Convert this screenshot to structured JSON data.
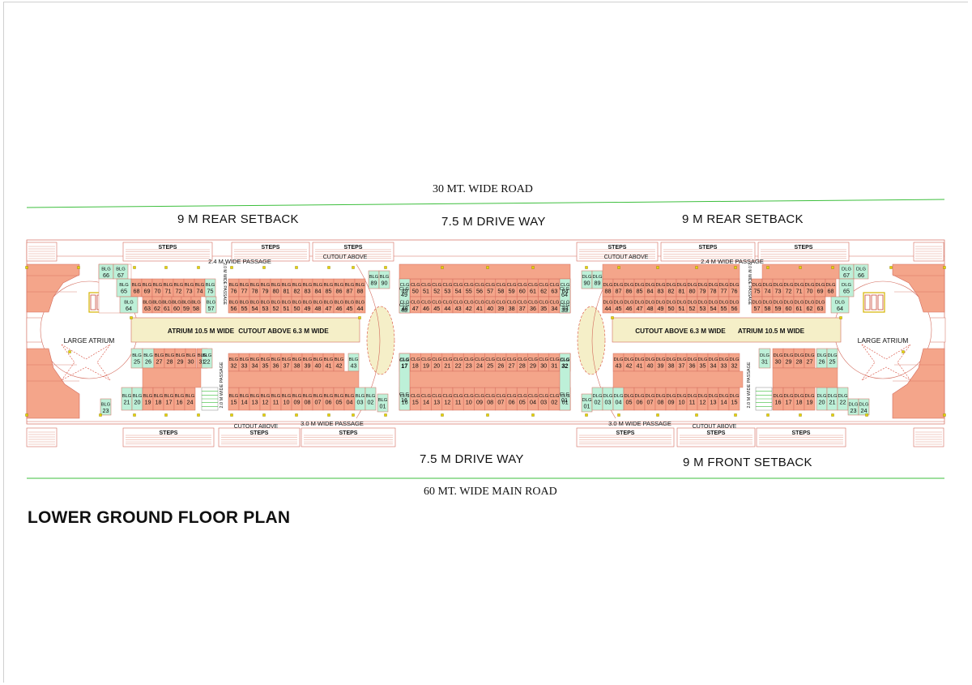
{
  "labels": {
    "top_road": "30 MT. WIDE  ROAD",
    "rear_setback_left": "9 M REAR SETBACK",
    "drive_way_top": "7.5 M DRIVE WAY",
    "rear_setback_right": "9 M REAR  SETBACK",
    "drive_way_bottom": "7.5 M DRIVE WAY",
    "front_setback": "9 M FRONT SETBACK",
    "bottom_road": "60 MT. WIDE MAIN ROAD",
    "plan_title": "LOWER GROUND FLOOR PLAN",
    "steps": "STEPS",
    "cutout_above": "CUTOUT ABOVE",
    "passage_24": "2.4 M WIDE PASSAGE",
    "passage_30": "3.0 M WIDE PASSAGE",
    "passage_20": "2.0 M WIDE PASSAGE",
    "large_atrium": "LARGE ATRIUM",
    "atrium_105": "ATRIUM 10.5 M WIDE",
    "cutout_63": "CUTOUT ABOVE 6.3 M WIDE"
  },
  "colors": {
    "shop": "#f4a58a",
    "anchor": "#bdf0d8",
    "atrium": "#f5efc8",
    "road_line": "#3dbf3d",
    "marker": "#e8d400",
    "outline": "#d36b5c"
  },
  "units": {
    "blg_top_left": [
      "BLG 66",
      "BLG 67",
      "BLG 65",
      "BLG 68",
      "BLG 69",
      "BLG 70",
      "BLG 71",
      "BLG 72",
      "BLG 73",
      "BLG 74",
      "BLG 75",
      "BLG 64",
      "BLG 63",
      "BLG 62",
      "BLG 61",
      "BLG 60",
      "BLG 59",
      "BLG 58",
      "BLG 57"
    ],
    "blg_top_mid": [
      "BLG 76",
      "BLG 77",
      "BLG 78",
      "BLG 79",
      "BLG 80",
      "BLG 81",
      "BLG 82",
      "BLG 83",
      "BLG 84",
      "BLG 85",
      "BLG 86",
      "BLG 87",
      "BLG 88",
      "BLG 89",
      "BLG 90",
      "BLG 56",
      "BLG 55",
      "BLG 54",
      "BLG 53",
      "BLG 52",
      "BLG 51",
      "BLG 50",
      "BLG 49",
      "BLG 48",
      "BLG 47",
      "BLG 46",
      "BLG 45",
      "BLG 44"
    ],
    "clg_top": [
      "CLG 49",
      "CLG 50",
      "CLG 51",
      "CLG 52",
      "CLG 53",
      "CLG 54",
      "CLG 55",
      "CLG 56",
      "CLG 57",
      "CLG 58",
      "CLG 59",
      "CLG 60",
      "CLG 61",
      "CLG 62",
      "CLG 63",
      "CLG 64",
      "CLG 48",
      "CLG 47",
      "CLG 46",
      "CLG 45",
      "CLG 44",
      "CLG 43",
      "CLG 42",
      "CLG 41",
      "CLG 40",
      "CLG 39",
      "CLG 38",
      "CLG 37",
      "CLG 36",
      "CLG 35",
      "CLG 34",
      "CLG 33"
    ],
    "dlg_top_mid": [
      "DLG 90",
      "DLG 89",
      "DLG 88",
      "DLG 87",
      "DLG 86",
      "DLG 85",
      "DLG 84",
      "DLG 83",
      "DLG 82",
      "DLG 81",
      "DLG 80",
      "DLG 79",
      "DLG 78",
      "DLG 77",
      "DLG 76",
      "DLG 44",
      "DLG 45",
      "DLG 46",
      "DLG 47",
      "DLG 48",
      "DLG 49",
      "DLG 50",
      "DLG 51",
      "DLG 52",
      "DLG 53",
      "DLG 54",
      "DLG 55",
      "DLG 56"
    ],
    "dlg_top_right": [
      "DLG 67",
      "DLG 66",
      "DLG 65",
      "DLG 75",
      "DLG 74",
      "DLG 73",
      "DLG 72",
      "DLG 71",
      "DLG 70",
      "DLG 69",
      "DLG 68",
      "DLG 64",
      "DLG 57",
      "DLG 58",
      "DLG 59",
      "DLG 60",
      "DLG 61",
      "DLG 62",
      "DLG 63"
    ],
    "blg_bottom_left": [
      "BLG 25",
      "BLG 26",
      "BLG 27",
      "BLG 28",
      "BLG 29",
      "BLG 30",
      "BLG 31",
      "BLG 22",
      "BLG 21",
      "BLG 20",
      "BLG 19",
      "BLG 18",
      "BLG 17",
      "BLG 16",
      "BLG 24",
      "BLG 23"
    ],
    "blg_bottom_mid": [
      "BLG 32",
      "BLG 33",
      "BLG 34",
      "BLG 35",
      "BLG 36",
      "BLG 37",
      "BLG 38",
      "BLG 39",
      "BLG 40",
      "BLG 41",
      "BLG 42",
      "BLG 43",
      "BLG 15",
      "BLG 14",
      "BLG 13",
      "BLG 12",
      "BLG 11",
      "BLG 10",
      "BLG 09",
      "BLG 08",
      "BLG 07",
      "BLG 06",
      "BLG 05",
      "BLG 04",
      "BLG 03",
      "BLG 02",
      "BLG 01"
    ],
    "clg_bottom": [
      "CLG 17",
      "CLG 18",
      "CLG 19",
      "CLG 20",
      "CLG 21",
      "CLG 22",
      "CLG 23",
      "CLG 24",
      "CLG 25",
      "CLG 26",
      "CLG 27",
      "CLG 28",
      "CLG 29",
      "CLG 30",
      "CLG 31",
      "CLG 32",
      "CLG 16",
      "CLG 15",
      "CLG 14",
      "CLG 13",
      "CLG 12",
      "CLG 11",
      "CLG 10",
      "CLG 09",
      "CLG 08",
      "CLG 07",
      "CLG 06",
      "CLG 05",
      "CLG 04",
      "CLG 03",
      "CLG 02",
      "CLG 01"
    ],
    "dlg_bottom_mid": [
      "DLG 43",
      "DLG 42",
      "DLG 41",
      "DLG 40",
      "DLG 39",
      "DLG 38",
      "DLG 37",
      "DLG 36",
      "DLG 35",
      "DLG 34",
      "DLG 33",
      "DLG 32",
      "DLG 01",
      "DLG 02",
      "DLG 03",
      "DLG 04",
      "DLG 05",
      "DLG 06",
      "DLG 07",
      "DLG 08",
      "DLG 09",
      "DLG 10",
      "DLG 11",
      "DLG 12",
      "DLG 13",
      "DLG 14",
      "DLG 15"
    ],
    "dlg_bottom_right": [
      "DLG 31",
      "DLG 30",
      "DLG 29",
      "DLG 28",
      "DLG 27",
      "DLG 26",
      "DLG 25",
      "DLG 16",
      "DLG 17",
      "DLG 18",
      "DLG 19",
      "DLG 20",
      "DLG 21",
      "DLG 22",
      "DLG 23",
      "DLG 24"
    ]
  }
}
